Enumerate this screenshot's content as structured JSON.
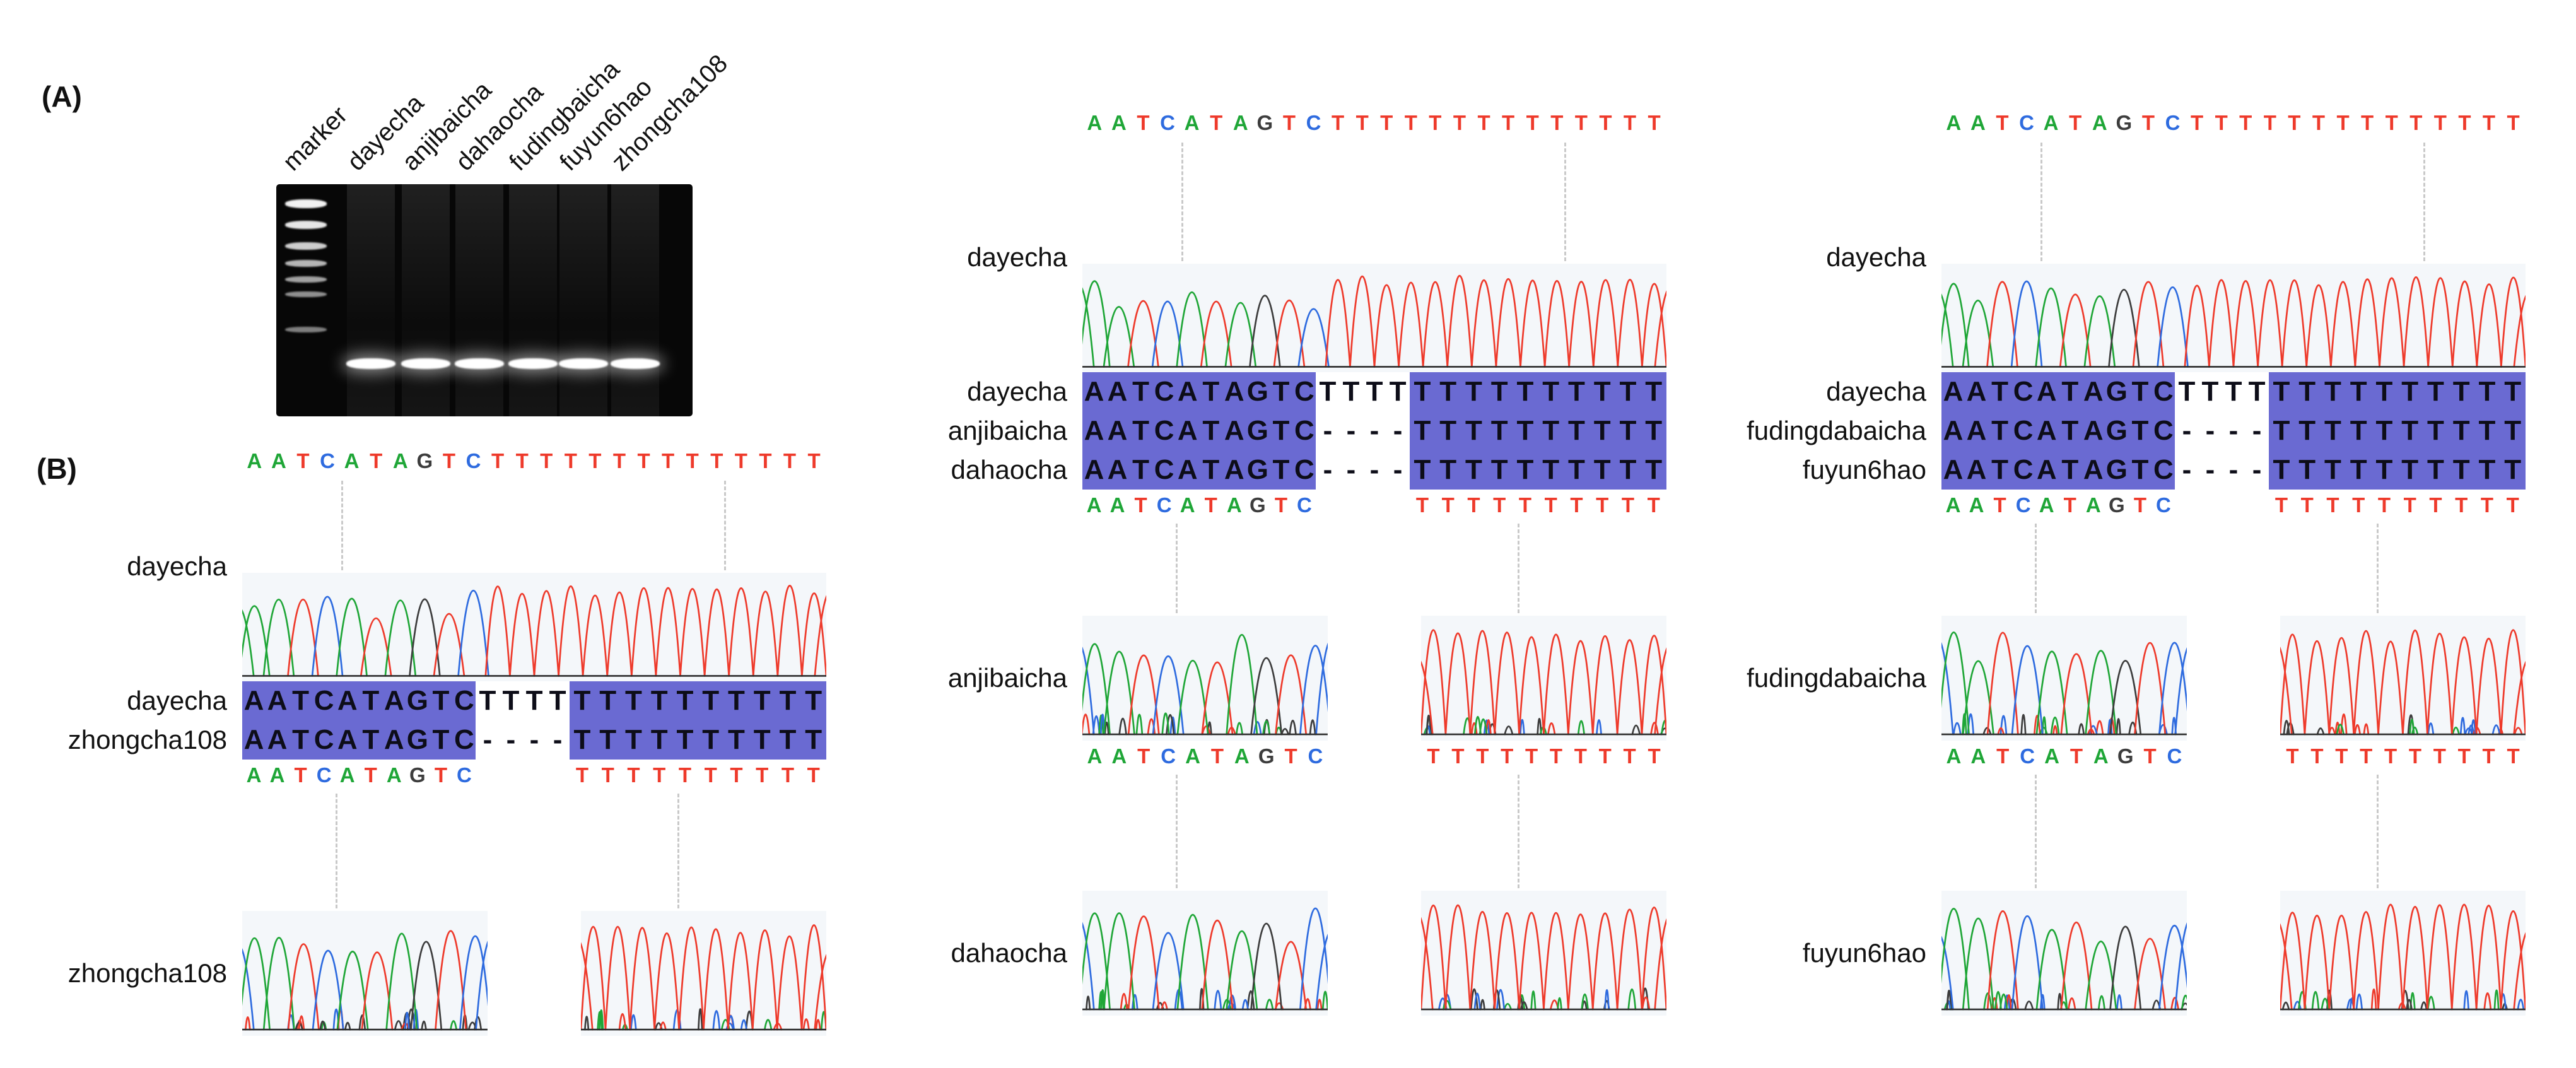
{
  "figure": {
    "panel_a": {
      "label": "(A)",
      "lane_labels": [
        "marker",
        "dayecha",
        "anjibaicha",
        "dahaocha",
        "fudingbaicha",
        "fuyun6hao",
        "zhongcha108"
      ]
    },
    "panel_b": {
      "label": "(B)",
      "base_colors": {
        "A": "#1fa637",
        "T": "#ee3a2b",
        "C": "#2e6bdf",
        "G": "#3d3d3d"
      },
      "alignment_bg": "#6a6ad2",
      "panels": [
        {
          "reference_label": "dayecha",
          "top_sequence": "AATCATAGTCTTTTTTTTTTTTTT",
          "reference_sequence": "AATCATAGTCTTTTTTTTTTTTTT",
          "alignment": [
            {
              "label": "dayecha",
              "left": "AATCATAGTC",
              "gap": "TTTT",
              "right": "TTTTTTTTTT"
            },
            {
              "label": "zhongcha108",
              "left": "AATCATAGTC",
              "gap": "----",
              "right": "TTTTTTTTTT"
            }
          ],
          "alignment_bottom_left": "AATCATAGTC",
          "alignment_bottom_right": "TTTTTTTTTT",
          "comparisons": [
            {
              "label": "zhongcha108",
              "left_sequence": "AATCATAGTC",
              "right_sequence": "TTTTTTTTTT"
            }
          ]
        },
        {
          "reference_label": "dayecha",
          "top_sequence": "AATCATAGTCTTTTTTTTTTTTTT",
          "reference_sequence": "AATCATAGTCTTTTTTTTTTTTTT",
          "alignment": [
            {
              "label": "dayecha",
              "left": "AATCATAGTC",
              "gap": "TTTT",
              "right": "TTTTTTTTTT"
            },
            {
              "label": "anjibaicha",
              "left": "AATCATAGTC",
              "gap": "----",
              "right": "TTTTTTTTTT"
            },
            {
              "label": "dahaocha",
              "left": "AATCATAGTC",
              "gap": "----",
              "right": "TTTTTTTTTT"
            }
          ],
          "alignment_bottom_left": "AATCATAGTC",
          "alignment_bottom_right": "TTTTTTTTTT",
          "comparisons": [
            {
              "label": "anjibaicha",
              "left_sequence": "AATCATAGTC",
              "right_sequence": "TTTTTTTTTT",
              "bottom_left": "AATCATAGTC",
              "bottom_right": "TTTTTTTTTT"
            },
            {
              "label": "dahaocha",
              "left_sequence": "AATCATAGTC",
              "right_sequence": "TTTTTTTTTT"
            }
          ]
        },
        {
          "reference_label": "dayecha",
          "top_sequence": "AATCATAGTCTTTTTTTTTTTTTT",
          "reference_sequence": "AATCATAGTCTTTTTTTTTTTTTT",
          "alignment": [
            {
              "label": "dayecha",
              "left": "AATCATAGTC",
              "gap": "TTTT",
              "right": "TTTTTTTTTT"
            },
            {
              "label": "fudingdabaicha",
              "left": "AATCATAGTC",
              "gap": "----",
              "right": "TTTTTTTTTT"
            },
            {
              "label": "fuyun6hao",
              "left": "AATCATAGTC",
              "gap": "----",
              "right": "TTTTTTTTTT"
            }
          ],
          "alignment_bottom_left": "AATCATAGTC",
          "alignment_bottom_right": "TTTTTTTTTT",
          "comparisons": [
            {
              "label": "fudingdabaicha",
              "left_sequence": "AATCATAGTC",
              "right_sequence": "TTTTTTTTTT",
              "bottom_left": "AATCATAGTC",
              "bottom_right": "TTTTTTTTTT"
            },
            {
              "label": "fuyun6hao",
              "left_sequence": "AATCATAGTC",
              "right_sequence": "TTTTTTTTTT"
            }
          ]
        }
      ]
    }
  }
}
